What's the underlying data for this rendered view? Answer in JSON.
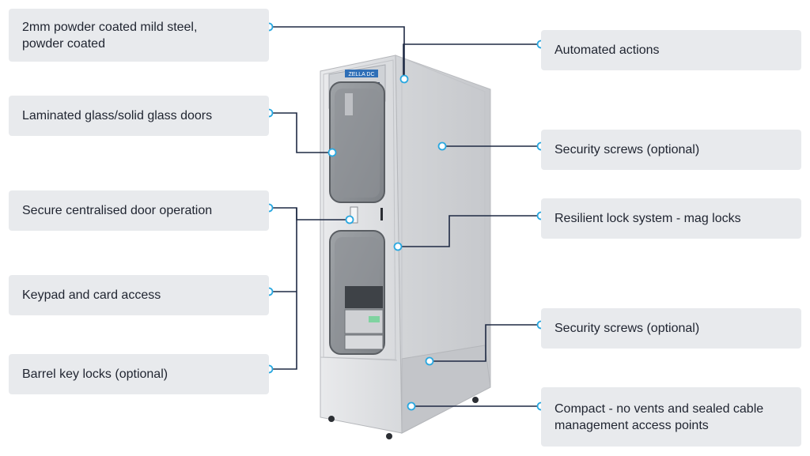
{
  "callouts": {
    "steel": "2mm powder coated mild steel,\npowder coated",
    "glass": "Laminated glass/solid glass doors",
    "central": "Secure centralised door operation",
    "keypad": "Keypad and card access",
    "barrel": "Barrel key locks (optional)",
    "automated": "Automated actions",
    "screws_top": "Security screws (optional)",
    "mag": "Resilient lock system - mag locks",
    "screws_bottom": "Security screws (optional)",
    "compact": "Compact - no vents and sealed cable\nmanagement access points"
  },
  "cabinet": {
    "brand_text": "ZELLA DC"
  },
  "colors": {
    "callout_bg": "#e8eaed",
    "leader_line": "#1f2a44",
    "marker": "#2aa8e0",
    "cabinet_body": "#dcdee0",
    "cabinet_side": "#cfd1d4"
  }
}
